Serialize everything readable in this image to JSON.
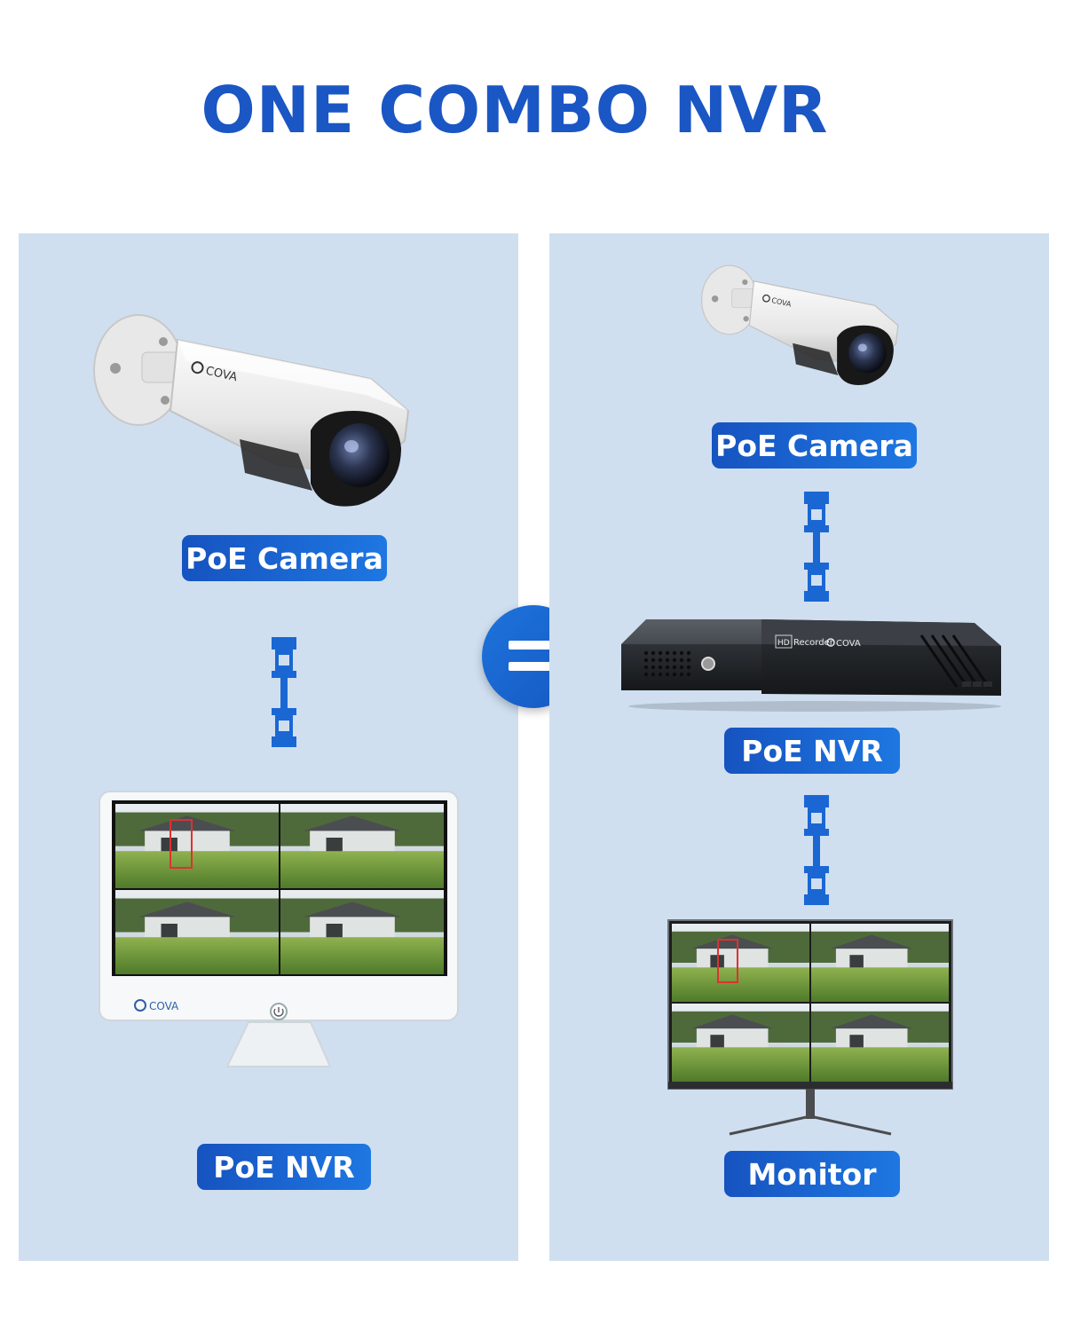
{
  "title": "ONE COMBO NVR",
  "left_panel": {
    "camera_label": "PoE Camera",
    "device_label": "PoE NVR",
    "brand": "COVA"
  },
  "right_panel": {
    "camera_label": "PoE Camera",
    "nvr_label": "PoE NVR",
    "monitor_label": "Monitor",
    "nvr_badge": "Recorder",
    "nvr_badge_prefix": "HD",
    "brand": "COVA"
  },
  "colors": {
    "title": "#1a56c4",
    "panel_bg": "#cfdff0",
    "label_bg_start": "#1653c0",
    "label_bg_end": "#1e77e2",
    "connector": "#1a67d4"
  },
  "icons": {
    "equals": "equals-icon",
    "cable": "ethernet-cable-icon",
    "camera": "bullet-camera-icon",
    "nvr": "nvr-recorder-icon",
    "monitor": "monitor-icon",
    "all_in_one": "all-in-one-nvr-icon"
  }
}
